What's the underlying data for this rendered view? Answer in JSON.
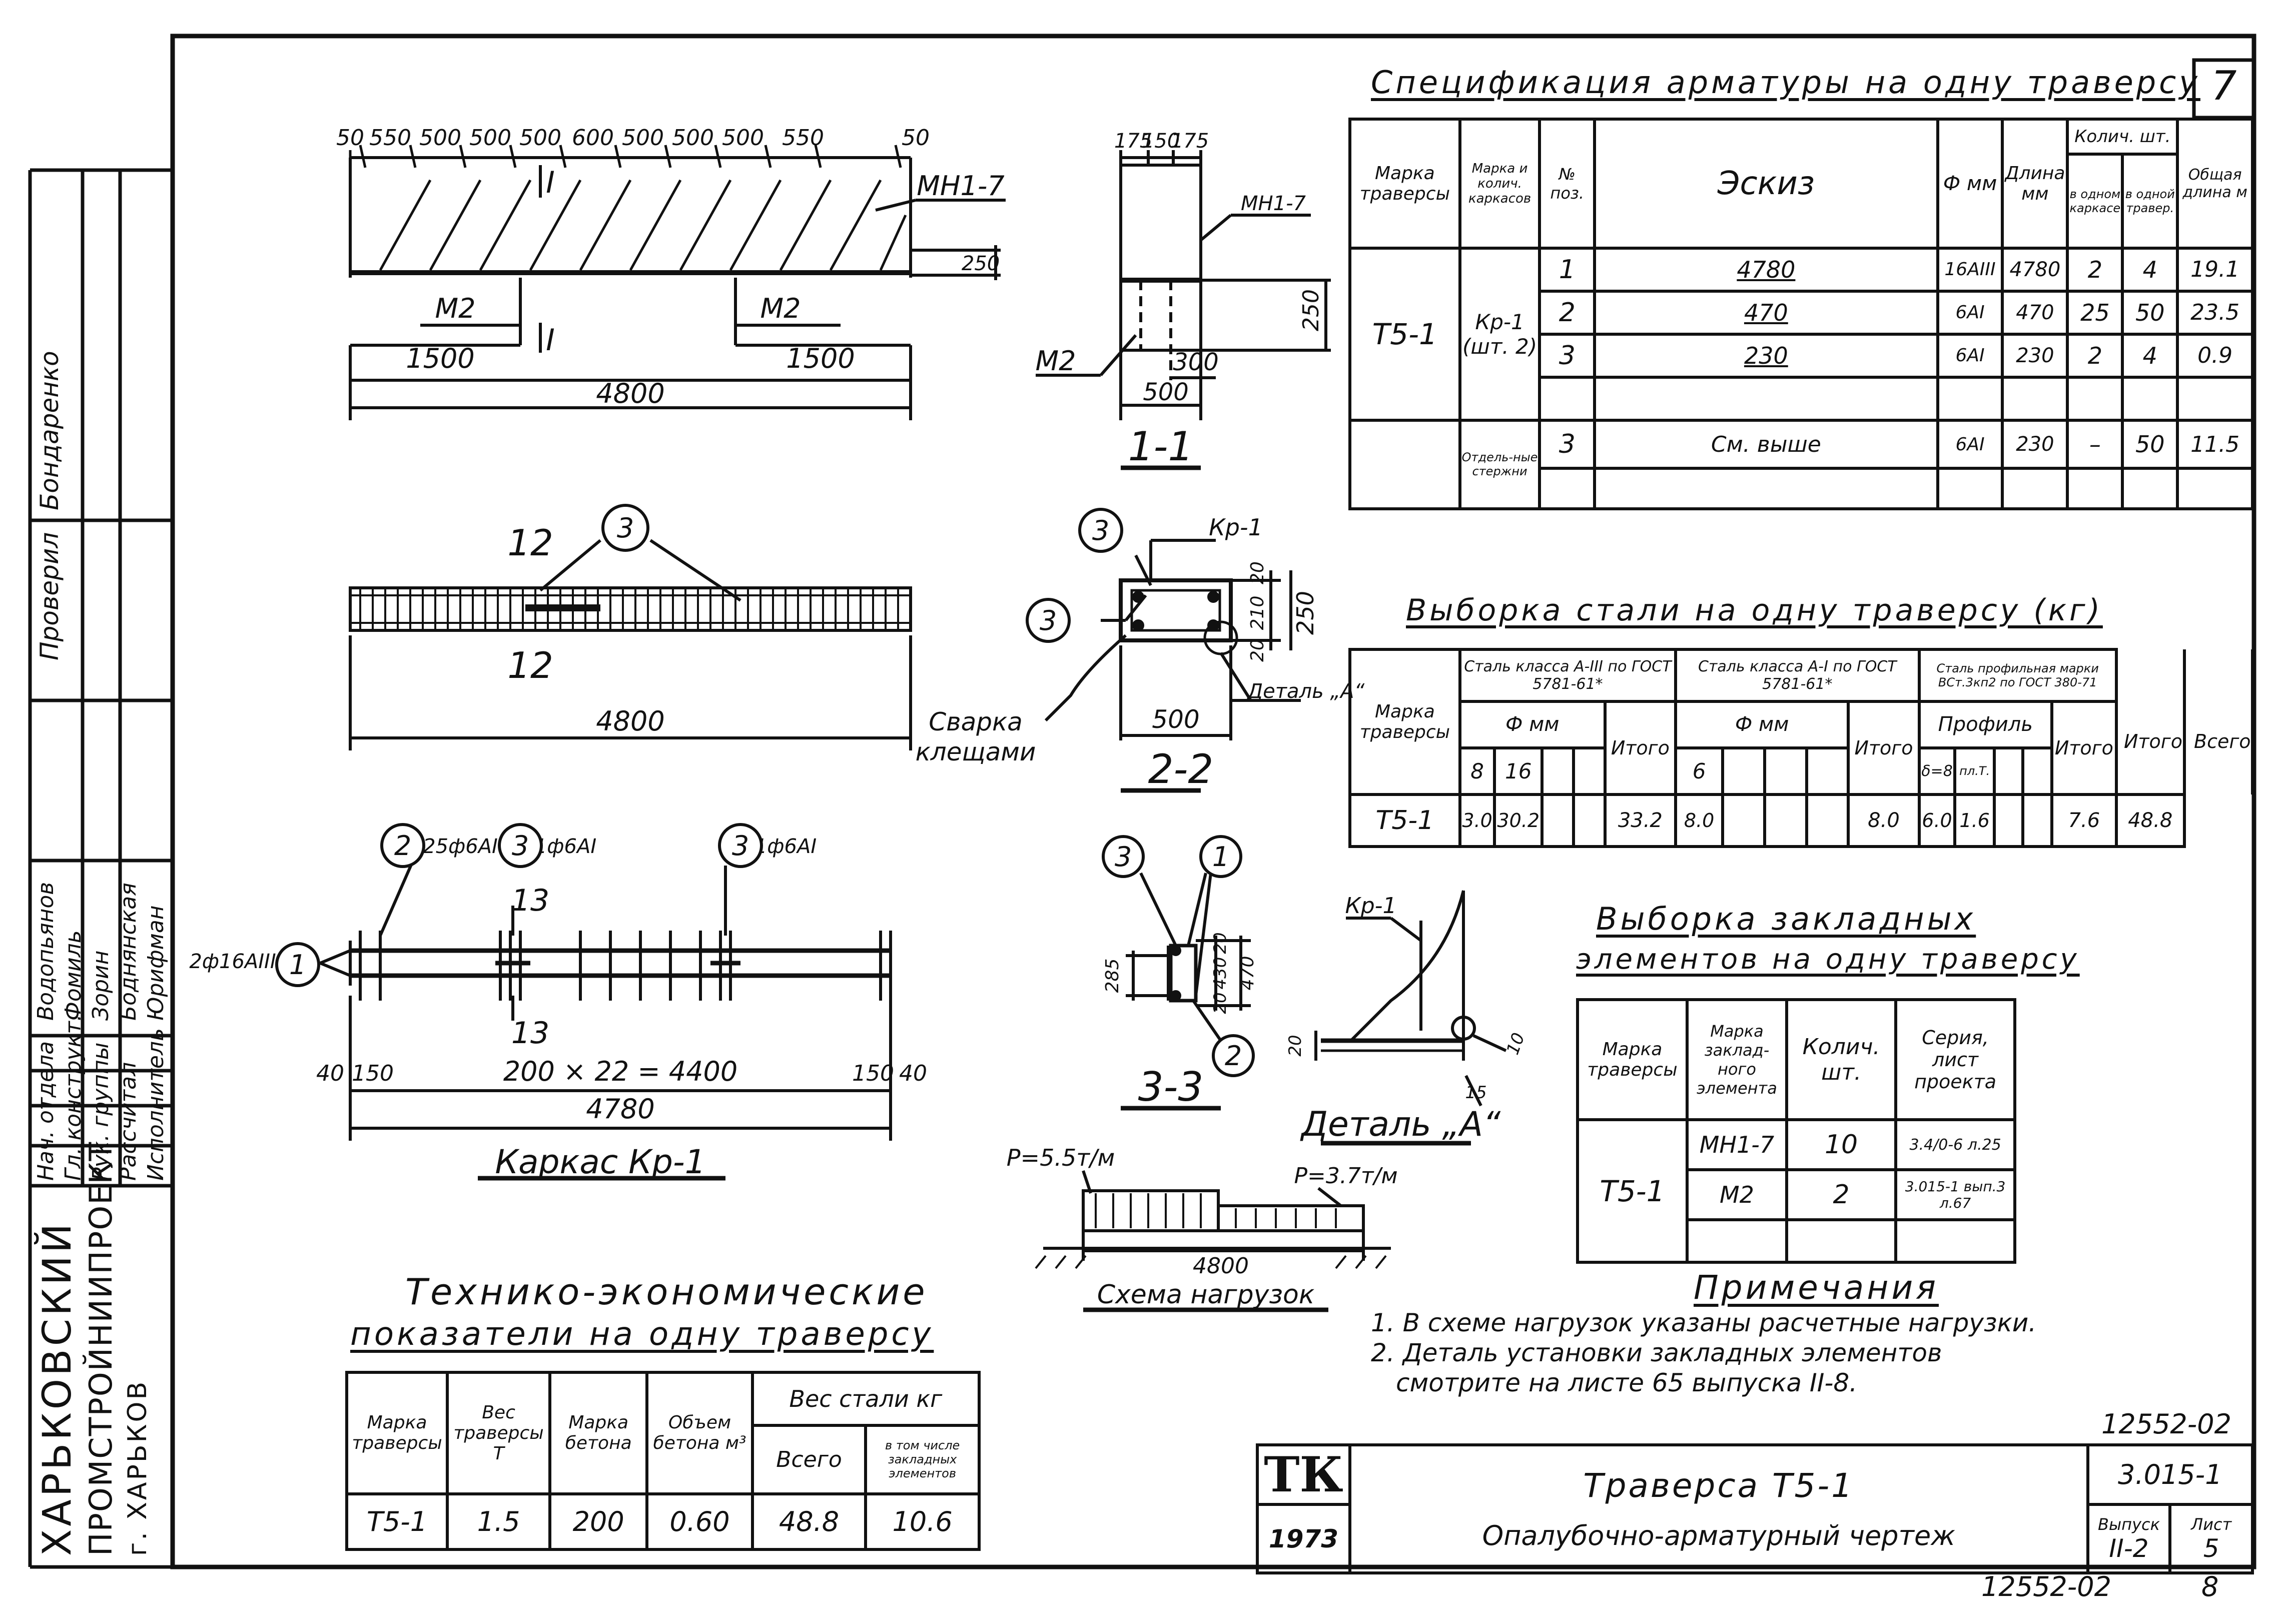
{
  "sheet": {
    "page_number": "7",
    "archive_number": "12552-02",
    "archive_number_bottom": "12552-02",
    "bottom_page": "8"
  },
  "left_margin": {
    "org_line1": "ХАРЬКОВСКИЙ",
    "org_line2": "ПРОМСТРОЙНИИПРОЕКТ",
    "org_line3": "г. ХАРЬКОВ",
    "roles": [
      "Нач. отдела",
      "Гл. конструкт.",
      "Рук. группы",
      "Рассчитал",
      "Исполнитель"
    ],
    "names": [
      "Водопьянов",
      "Фомиль",
      "Зорин",
      "Боднянская",
      "Юрифман"
    ],
    "approval_labels": [
      "Проверил",
      "Бондаренко"
    ]
  },
  "spec_table": {
    "title": "Спецификация арматуры на одну траверсу",
    "headers": {
      "mark": "Марка траверсы",
      "frame_mark": "Марка и колич. каркасов",
      "pos": "№ поз.",
      "sketch": "Эскиз",
      "diam": "Ф мм",
      "length": "Длина мм",
      "qty_group": "Колич. шт.",
      "qty_frame": "в одном каркасе",
      "qty_beam": "в одной травер.",
      "total_len": "Общая длина м"
    },
    "mark": "Т5-1",
    "frame": "Кр-1 (шт. 2)",
    "rows": [
      {
        "pos": "1",
        "sketch": "4780",
        "diam": "16АIII",
        "length": "4780",
        "qty_frame": "2",
        "qty_beam": "4",
        "total": "19.1"
      },
      {
        "pos": "2",
        "sketch": "470",
        "diam": "6АI",
        "length": "470",
        "qty_frame": "25",
        "qty_beam": "50",
        "total": "23.5"
      },
      {
        "pos": "3",
        "sketch": "230",
        "diam": "6АI",
        "length": "230",
        "qty_frame": "2",
        "qty_beam": "4",
        "total": "0.9"
      }
    ],
    "separate": {
      "label": "Отдель-ные стержни",
      "pos": "3",
      "sketch": "См. выше",
      "diam": "6АI",
      "length": "230",
      "qty_frame": "–",
      "qty_beam": "50",
      "total": "11.5"
    }
  },
  "steel_table": {
    "title": "Выборка стали на одну траверсу (кг)",
    "h_mark": "Марка траверсы",
    "h_g1": "Сталь класса А-III по ГОСТ 5781-61*",
    "h_g2": "Сталь класса А-I по ГОСТ 5781-61*",
    "h_g3": "Сталь профильная марки ВСт.3кп2 по ГОСТ 380-71",
    "h_phi": "Ф мм",
    "h_profile": "Профиль",
    "h_itogo": "Итого",
    "h_vsego": "Всего",
    "sub_8": "8",
    "sub_16": "16",
    "sub_6": "6",
    "sub_d8": "δ=8",
    "sub_pl": "пл.Т.",
    "mark": "Т5-1",
    "v_8": "3.0",
    "v_16": "30.2",
    "v_itogo1": "33.2",
    "v_6": "8.0",
    "v_itogo2": "8.0",
    "v_d8": "6.0",
    "v_pl": "1.6",
    "v_itogo3": "7.6",
    "v_total": "48.8"
  },
  "embed_table": {
    "title1": "Выборка закладных",
    "title2": "элементов на одну траверсу",
    "h_mark": "Марка траверсы",
    "h_elem": "Марка заклад-ного элемента",
    "h_qty": "Колич. шт.",
    "h_series": "Серия, лист проекта",
    "mark": "Т5-1",
    "rows": [
      {
        "elem": "МН1-7",
        "qty": "10",
        "series": "3.4/0-6 л.25"
      },
      {
        "elem": "М2",
        "qty": "2",
        "series": "3.015-1 вып.3 л.67"
      }
    ]
  },
  "tech_table": {
    "title1": "Технико-экономические",
    "title2": "показатели на одну траверсу",
    "h_mark": "Марка траверсы",
    "h_weight": "Вес траверсы Т",
    "h_concrete": "Марка бетона",
    "h_volume": "Объем бетона м³",
    "h_steel": "Вес стали кг",
    "h_total": "Всего",
    "h_embedded": "в том числе закладных элементов",
    "mark": "Т5-1",
    "weight": "1.5",
    "concrete": "200",
    "volume": "0.60",
    "steel_total": "48.8",
    "embedded": "10.6"
  },
  "notes": {
    "title": "Примечания",
    "lines": [
      "1. В схеме нагрузок указаны расчетные нагрузки.",
      "2. Деталь установки закладных элементов",
      "смотрите на листе 65 выпуска II-8."
    ]
  },
  "stamp": {
    "logo": "ТК",
    "year": "1973",
    "title": "Траверса Т5-1",
    "subtitle": "Опалубочно-арматурный чертеж",
    "series": "3.015-1",
    "h_issue": "Выпуск",
    "h_sheet": "Лист",
    "issue": "II-2",
    "sheet": "5"
  },
  "drawing": {
    "elev_dims": [
      "50",
      "550",
      "500",
      "500",
      "500",
      "600",
      "500",
      "500",
      "500",
      "550",
      "50"
    ],
    "elev_mn": "МН1-7",
    "elev_m2a": "М2",
    "elev_m2b": "М2",
    "elev_1500a": "1500",
    "elev_1500b": "1500",
    "elev_total": "4800",
    "elev_h": "250",
    "sec1": "I",
    "sec1b": "I",
    "s11_top": [
      "175",
      "150",
      "175"
    ],
    "s11_mn": "МН1-7",
    "s11_m2": "М2",
    "s11_h": "250",
    "s11_300": "300",
    "s11_500": "500",
    "s11_title": "1-1",
    "plan_12a": "12",
    "plan_12b": "12",
    "plan_callout": "3",
    "plan_total": "4800",
    "s22_callout_a": "3",
    "s22_callout_b": "3",
    "s22_kr": "Кр-1",
    "s22_dims": [
      "20",
      "210",
      "20"
    ],
    "s22_h": "250",
    "s22_500": "500",
    "s22_detail": "Деталь „А“",
    "s22_weld1": "Сварка",
    "s22_weld2": "клещами",
    "s22_title": "2-2",
    "frame_c2": "2",
    "frame_c3a": "3",
    "frame_c3b": "3",
    "frame_c1": "1",
    "frame_l2": "25ф6АI",
    "frame_l3": "1ф6АI",
    "frame_l3b": "1ф6АI",
    "frame_l1": "2ф16АIII",
    "frame_13a": "13",
    "frame_13b": "13",
    "frame_dims": [
      "40",
      "150",
      "200 × 22 = 4400",
      "150",
      "40"
    ],
    "frame_total": "4780",
    "frame_title": "Каркас Кр-1",
    "s33_c3": "3",
    "s33_c1": "1",
    "s33_c2": "2",
    "s33_285": "285",
    "s33_dims": [
      "20",
      "430",
      "20"
    ],
    "s33_470": "470",
    "s33_title": "3-3",
    "detA_kr": "Кр-1",
    "detA_dims": [
      "20",
      "10",
      "15"
    ],
    "detA_title": "Деталь „А“",
    "load_p1": "P=5.5т/м",
    "load_p2": "P=3.7т/м",
    "load_span": "4800",
    "load_title": "Схема нагрузок"
  }
}
